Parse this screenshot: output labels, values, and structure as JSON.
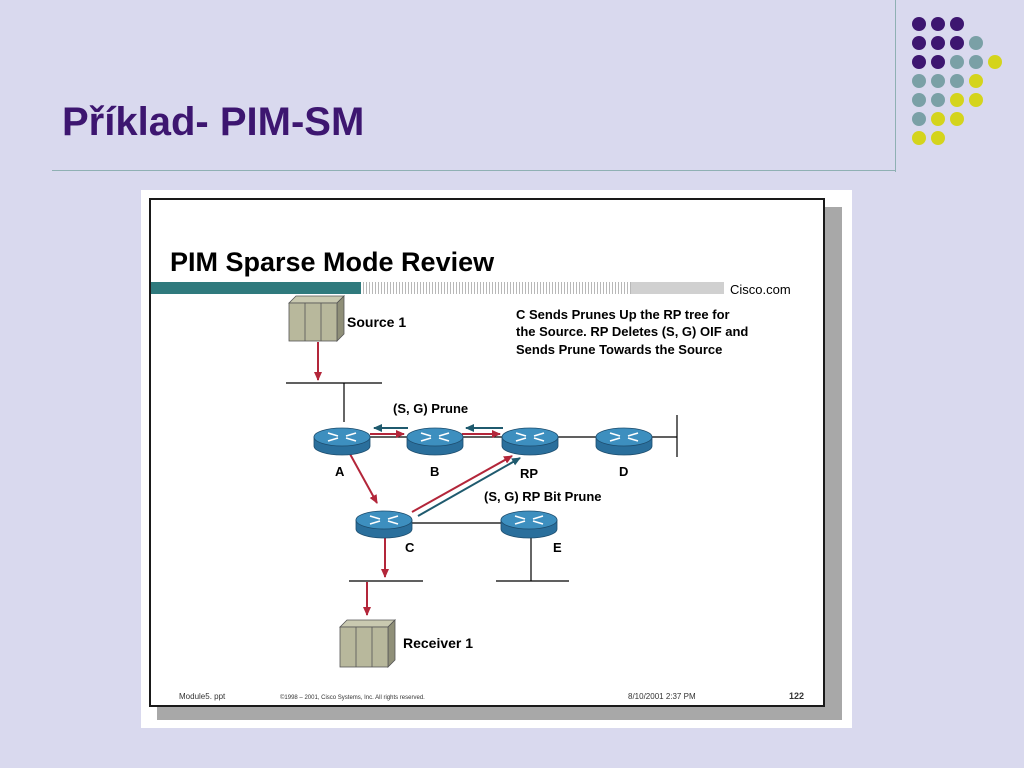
{
  "slide": {
    "title": "Příklad- PIM-SM"
  },
  "embedded": {
    "heading": "PIM Sparse Mode Review",
    "brand": "Cisco.com",
    "description": [
      "C Sends Prunes Up the RP tree for",
      "the Source. RP Deletes (S, G) OIF and",
      "Sends Prune Towards the Source"
    ],
    "source_label": "Source 1",
    "receiver_label": "Receiver 1",
    "prune_label": "(S, G) Prune",
    "rp_bit_prune_label": "(S, G) RP Bit Prune",
    "routers": {
      "a": "A",
      "b": "B",
      "rp": "RP",
      "d": "D",
      "c": "C",
      "e": "E"
    },
    "footer": {
      "file": "Module5. ppt",
      "copyright": "©1998 – 2001, Cisco Systems, Inc. All rights reserved.",
      "datetime": "8/10/2001 2:37 PM",
      "page": "122"
    }
  },
  "colors": {
    "title": "#3d1670",
    "background": "#d9d9ee",
    "dot_purple": "#3d1670",
    "dot_teal": "#7aa0a6",
    "dot_yellow": "#d4d41c",
    "arrow_red": "#b3263a",
    "arrow_teal": "#1f5a6e",
    "router_blue": "#3d8fbf"
  }
}
